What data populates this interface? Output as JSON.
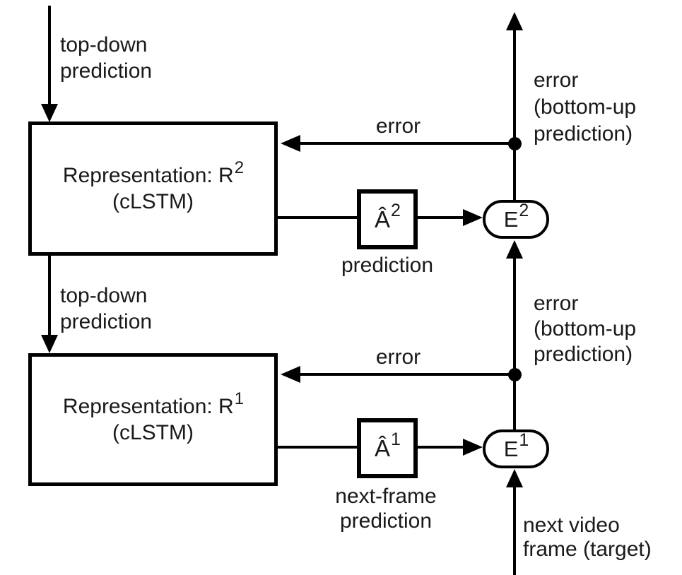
{
  "diagram": {
    "title": "predictive-coding-network-layer-diagram",
    "background_color": "#ffffff",
    "line_color": "#000000",
    "text_color": "#1a1a1a"
  },
  "nodes": {
    "r2": {
      "title": "Representation: R",
      "sup": "2",
      "subtitle": "(cLSTM)"
    },
    "r1": {
      "title": "Representation: R",
      "sup": "1",
      "subtitle": "(cLSTM)"
    },
    "a2": {
      "base": "Â",
      "sup": "2"
    },
    "a1": {
      "base": "Â",
      "sup": "1"
    },
    "e2": {
      "base": "E",
      "sup": "2"
    },
    "e1": {
      "base": "E",
      "sup": "1"
    }
  },
  "labels": {
    "top_down_prediction_upper": "top-down\nprediction",
    "top_down_prediction_lower": "top-down\nprediction",
    "error_upper": "error",
    "error_lower": "error",
    "error_bottom_up_upper": "error\n(bottom-up\nprediction)",
    "error_bottom_up_lower": "error\n(bottom-up\nprediction)",
    "prediction": "prediction",
    "next_frame_prediction": "next-frame\nprediction",
    "next_video_frame": "next video\nframe (target)"
  }
}
